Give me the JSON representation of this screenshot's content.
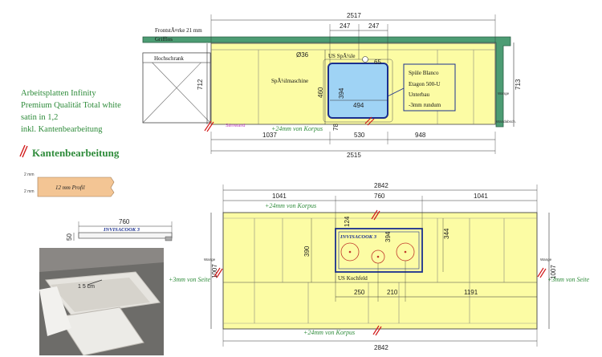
{
  "info": {
    "line1": "Arbeitsplatten Infinity",
    "line2": "Premium Qualität Total white",
    "line3": "satin in 1,2",
    "line4": "inkl. Kantenbearbeitung"
  },
  "kanten": {
    "title": "Kantenbearbeitung",
    "profile_label": "12 mm Profil",
    "mm_top": "2 mm",
    "mm_bottom": "2 mm"
  },
  "top_plan": {
    "dims": {
      "total_top": "2517",
      "sink_left": "247",
      "sink_right": "247",
      "hole_dia": "Ø36",
      "h65": "65",
      "depth_left": "712",
      "h460": "460",
      "h394": "394",
      "w494": "494",
      "h78": "78",
      "depth_right": "713",
      "bottom_1037": "1037",
      "bottom_530": "530",
      "bottom_948": "948",
      "bottom_total": "2515"
    },
    "labels": {
      "front": "FrontstÃ¤rke 21 mm",
      "griffios": "Grifflos",
      "hochschrank": "Hochschrank",
      "spuelmaschine": "SpÃ¼lmaschine",
      "us_spuele": "US SpÃ¼le",
      "stirnwand": "Stirnwand",
      "korpus": "+24mm von Korpus",
      "wange": "Wange",
      "wandabschluss": "Wandabsch."
    },
    "sink_note": [
      "Spüle Blanco",
      "Etagon 500-U",
      "Unterbau",
      "-3mm rundum"
    ]
  },
  "bottom_plan": {
    "dims": {
      "total_top": "2842",
      "d1041a": "1041",
      "d760": "760",
      "d1041b": "1041",
      "h124": "124",
      "h394": "394",
      "h390": "390",
      "h344": "344",
      "depth_left": "1007",
      "depth_right": "1007",
      "d250": "250",
      "d210": "210",
      "d1191": "1191",
      "bottom_total": "2842"
    },
    "labels": {
      "invisacook": "INVISACOOK 3",
      "us_kochfeld": "US Kochfeld",
      "korpus_top": "+24mm von Korpus",
      "korpus_bottom": "+24mm von Korpus",
      "seite_left": "+3mm von Seite",
      "seite_right": "+3mm von Seite",
      "wange": "Wange"
    }
  },
  "invisacook_detail": {
    "width": "760",
    "height": "50",
    "label": "INVISACOOK 3"
  },
  "photo": {
    "caption": "1 5 cm"
  },
  "colors": {
    "worktop": "#fcfca4",
    "green_panel": "#4c9c73",
    "sink_blue": "#9fd3f5",
    "sink_frame": "#1a2f8f",
    "profile": "#f3c594",
    "accent_green": "#2e8b3a",
    "cut_red": "#d21b1b"
  }
}
